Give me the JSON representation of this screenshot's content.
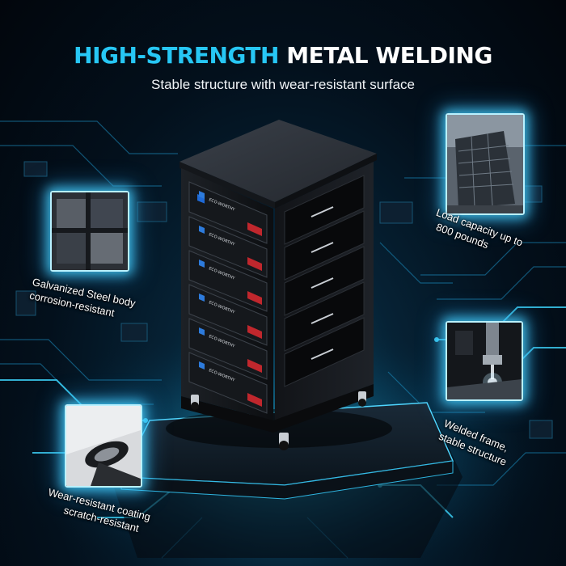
{
  "headline": {
    "accent": "HIGH-STRENGTH",
    "rest": "METAL WELDING"
  },
  "subtitle": "Stable structure with wear-resistant surface",
  "rack": {
    "module_brand": "ECO-WORTHY",
    "module_count": 6
  },
  "features": [
    {
      "line1": "Galvanized Steel body",
      "line2": "corrosion-resistant",
      "icon": "steel-frame-closeup"
    },
    {
      "line1": "Load capacity up to",
      "line2": "800 pounds",
      "icon": "building-load"
    },
    {
      "line1": "Welded frame,",
      "line2": "stable structure",
      "icon": "welding-machine"
    },
    {
      "line1": "Wear-resistant coating",
      "line2": "scratch-resistant",
      "icon": "surface-coating"
    }
  ],
  "colors": {
    "accent": "#27c7f5",
    "glow": "#46d2ff",
    "background": "#03101c"
  }
}
